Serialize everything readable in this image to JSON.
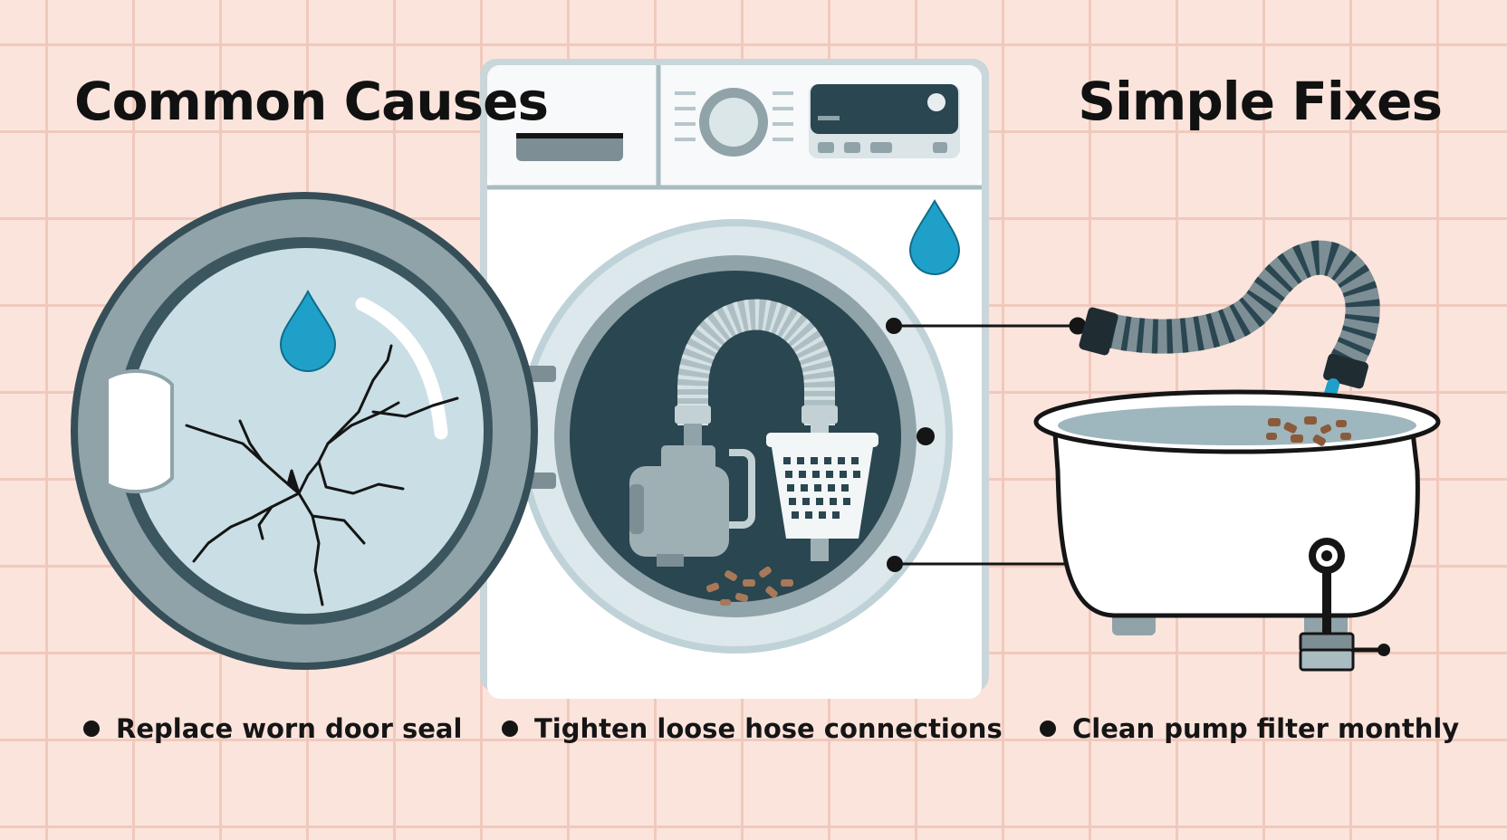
{
  "headings": {
    "left": "Common Causes",
    "right": "Simple Fixes"
  },
  "fixes": [
    {
      "label": "Replace worn door seal"
    },
    {
      "label": "Tighten loose hose connections"
    },
    {
      "label": "Clean pump filter monthly"
    }
  ],
  "colors": {
    "background": "#fbe4dc",
    "machine_gray": "#8fa3a9",
    "dark_teal": "#2a4650",
    "water_blue": "#1fa0c9",
    "glass": "#c9dfe5",
    "debris": "#a8785a",
    "text": "#151515"
  },
  "icons": [
    "water-drop-icon",
    "crack-icon",
    "hose-icon",
    "pump-icon",
    "filter-basket-icon",
    "debris-icon",
    "bathtub-icon",
    "valve-icon"
  ]
}
